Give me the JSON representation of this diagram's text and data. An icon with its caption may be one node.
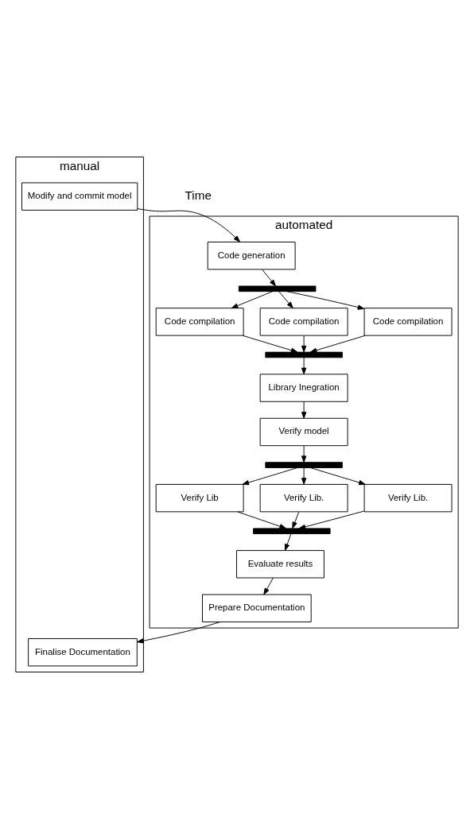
{
  "diagram": {
    "nodes": [
      {
        "text": [
          "manual"
        ]
      },
      {
        "text": [
          "automated"
        ]
      },
      {
        "text": [
          "Modify and commit model"
        ],
        "in": 0
      },
      {
        "text": [
          "Code generation"
        ],
        "in": 1
      },
      {
        "text": [],
        "shape": "bar",
        "in": 1
      },
      {
        "text": [
          "Code compilation"
        ],
        "in": 1
      },
      {
        "text": [
          "Code compilation"
        ],
        "in": 1
      },
      {
        "text": [
          "Code compilation"
        ],
        "in": 1
      },
      {
        "text": [],
        "shape": "bar",
        "in": 1
      },
      {
        "text": [
          "Library Inegration"
        ],
        "in": 1
      },
      {
        "text": [
          "Verify model"
        ],
        "in": 1
      },
      {
        "text": [],
        "shape": "bar",
        "in": 1
      },
      {
        "text": [
          "Verify Lib"
        ],
        "in": 1
      },
      {
        "text": [
          "Verify Lib."
        ],
        "in": 1
      },
      {
        "text": [
          "Verify Lib."
        ],
        "in": 1
      },
      {
        "text": [],
        "shape": "bar",
        "in": 1
      },
      {
        "text": [
          "Evaluate results"
        ],
        "in": 1
      },
      {
        "text": [
          "Prepare Documentation"
        ],
        "in": 1
      },
      {
        "text": [
          "Finalise Documentation"
        ],
        "in": 0
      }
    ],
    "edges": [
      {
        "from": 2,
        "to": 3,
        "arrow": "to"
      },
      {
        "from": 3,
        "to": 4,
        "arrow": "to"
      },
      {
        "from": 4,
        "to": 5,
        "arrow": "to"
      },
      {
        "from": 4,
        "to": 6,
        "arrow": "to"
      },
      {
        "from": 4,
        "to": 7,
        "arrow": "to"
      },
      {
        "from": 5,
        "to": 8,
        "arrow": "to"
      },
      {
        "from": 6,
        "to": 8,
        "arrow": "to"
      },
      {
        "from": 7,
        "to": 8,
        "arrow": "to"
      },
      {
        "from": 8,
        "to": 9,
        "arrow": "to"
      },
      {
        "from": 9,
        "to": 10,
        "arrow": "to"
      },
      {
        "from": 10,
        "to": 11,
        "arrow": "to"
      },
      {
        "from": 11,
        "to": 12,
        "arrow": "to"
      },
      {
        "from": 11,
        "to": 13,
        "arrow": "to"
      },
      {
        "from": 11,
        "to": 14,
        "arrow": "to"
      },
      {
        "from": 12,
        "to": 15,
        "arrow": "to"
      },
      {
        "from": 13,
        "to": 15,
        "arrow": "to"
      },
      {
        "from": 14,
        "to": 15,
        "arrow": "to"
      },
      {
        "from": 15,
        "to": 16,
        "arrow": "to"
      },
      {
        "from": 16,
        "to": 17,
        "arrow": "to"
      },
      {
        "from": 17,
        "to": 18,
        "arrow": "to"
      }
    ],
    "labels": [
      "Time"
    ]
  }
}
